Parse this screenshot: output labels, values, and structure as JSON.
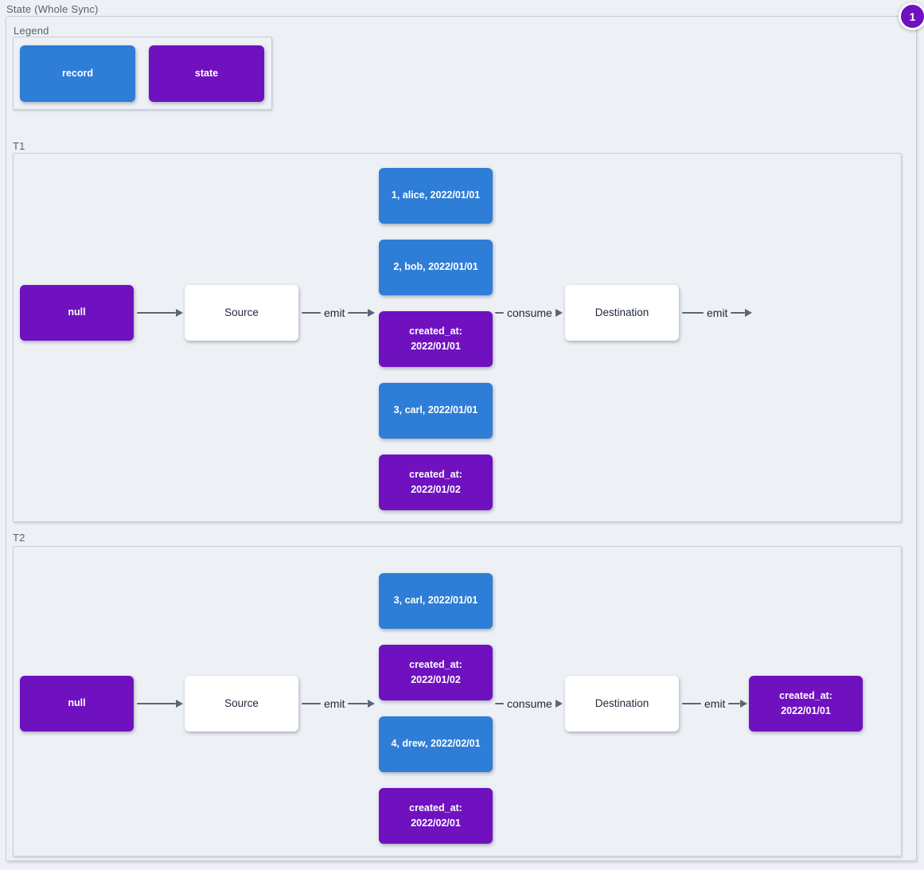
{
  "diagram": {
    "title": "State (Whole Sync)",
    "badge": "1",
    "colors": {
      "record_blue": "#2e7dd6",
      "state_purple": "#7011c0",
      "edge_gray": "#5b6673",
      "background": "#edf0f5",
      "section_border": "#c6cdd7",
      "dark_text": "#212b3d",
      "label_gray": "#55626f"
    },
    "legend": {
      "label": "Legend",
      "items": [
        {
          "label": "record",
          "type": "record"
        },
        {
          "label": "state",
          "type": "state"
        }
      ]
    },
    "t1": {
      "label": "T1",
      "input_state": "null",
      "source": "Source",
      "edge_emit": "emit",
      "stack": [
        {
          "text": "1, alice, 2022/01/01",
          "type": "record"
        },
        {
          "text": "2, bob, 2022/01/01",
          "type": "record"
        },
        {
          "text": "created_at: 2022/01/01",
          "type": "state"
        },
        {
          "text": "3, carl, 2022/01/01",
          "type": "record"
        },
        {
          "text": "created_at: 2022/01/02",
          "type": "state"
        }
      ],
      "edge_consume": "consume",
      "destination": "Destination",
      "edge_emit_out": "emit"
    },
    "t2": {
      "label": "T2",
      "input_state": "null",
      "source": "Source",
      "edge_emit": "emit",
      "stack": [
        {
          "text": "3, carl, 2022/01/01",
          "type": "record"
        },
        {
          "text": "created_at: 2022/01/02",
          "type": "state"
        },
        {
          "text": "4, drew, 2022/02/01",
          "type": "record"
        },
        {
          "text": "created_at: 2022/02/01",
          "type": "state"
        }
      ],
      "edge_consume": "consume",
      "destination": "Destination",
      "edge_emit_out": "emit",
      "output_state": "created_at: 2022/01/01"
    }
  }
}
